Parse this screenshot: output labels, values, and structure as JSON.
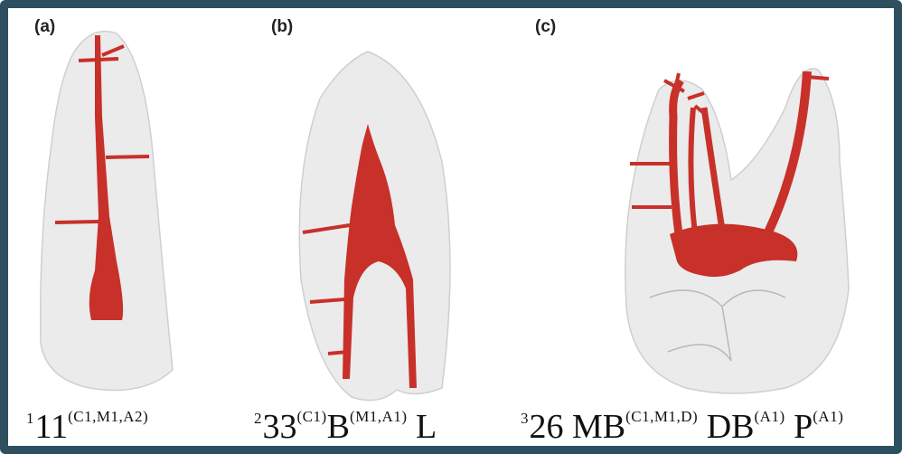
{
  "panels": [
    {
      "letter": "(a)",
      "caption_prefix": "1",
      "caption_tooth": "11",
      "caption_sup": "(C1,M1,A2)"
    },
    {
      "letter": "(b)",
      "caption_prefix": "2",
      "caption_tooth": "33",
      "caption_sup1": "(C1)",
      "caption_root1": "B",
      "caption_sup2": "(M1,A1)",
      "caption_root2": " L"
    },
    {
      "letter": "(c)",
      "caption_prefix": "3",
      "caption_tooth": "26 MB",
      "caption_sup1": "(C1,M1,D)",
      "caption_root1": " DB",
      "caption_sup2": "(A1)",
      "caption_root2": " P",
      "caption_sup3": "(A1)"
    }
  ],
  "colors": {
    "frame": "#2e4f5f",
    "canal": "#c8302a",
    "tooth": "#e9e9e9",
    "tooth_outline": "#c9c9c9"
  }
}
